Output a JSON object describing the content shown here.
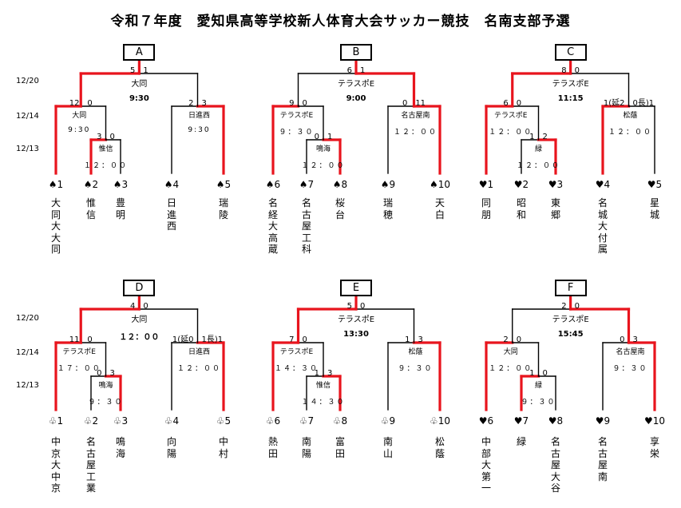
{
  "title": "令和７年度　愛知県高等学校新人体育大会サッカー競技　名南支部予選",
  "dates": {
    "round1": "12/13",
    "round2": "12/14",
    "final": "12/20"
  },
  "colors": {
    "winner_line": "#e8141d",
    "line": "#000000"
  },
  "blocks": [
    {
      "letter": "A",
      "seeds": [
        "♠1",
        "♠2",
        "♠3",
        "♠4",
        "♠5"
      ],
      "teams": [
        "大同大大同",
        "惟信",
        "豊明",
        "日進西",
        "瑞陵"
      ],
      "m1": {
        "score": "3　0",
        "venue": "惟信",
        "time": "１２：００"
      },
      "m2": {
        "score": "12　0",
        "venue": "大同",
        "time": "9:30"
      },
      "m3": {
        "score": "2　3",
        "venue": "日進西",
        "time": "9:30"
      },
      "f": {
        "score": "5　1",
        "venue": "大同",
        "time": "9:30"
      }
    },
    {
      "letter": "B",
      "seeds": [
        "♠6",
        "♠7",
        "♠8",
        "♠9",
        "♠10"
      ],
      "teams": [
        "名経大高蔵",
        "名古屋工科",
        "桜台",
        "瑞穂",
        "天白"
      ],
      "m1": {
        "score": "0　1",
        "venue": "鳴海",
        "time": "１２：００"
      },
      "m2": {
        "score": "9　0",
        "venue": "テラスポE",
        "time": "９：３０"
      },
      "m3": {
        "score": "0　11",
        "venue": "名古屋南",
        "time": "１２：００"
      },
      "f": {
        "score": "6　1",
        "venue": "テラスポE",
        "time": "9:00"
      }
    },
    {
      "letter": "C",
      "seeds": [
        "♥1",
        "♥2",
        "♥3",
        "♥4",
        "♥5"
      ],
      "teams": [
        "同朋",
        "昭和",
        "東郷",
        "名城大付属",
        "星城"
      ],
      "m1": {
        "score": "1　2",
        "venue": "緑",
        "time": "１２：００"
      },
      "m2": {
        "score": "6　0",
        "venue": "テラスポE",
        "time": "１２：００"
      },
      "m3": {
        "score": "1(延2　0長)1",
        "venue": "松蔭",
        "time": "１２：００"
      },
      "f": {
        "score": "8　0",
        "venue": "テラスポE",
        "time": "11:15"
      }
    },
    {
      "letter": "D",
      "seeds": [
        "♧1",
        "♧2",
        "♧3",
        "♧4",
        "♧5"
      ],
      "teams": [
        "中京大中京",
        "名古屋工業",
        "鳴海",
        "向陽",
        "中村"
      ],
      "m1": {
        "score": "0　3",
        "venue": "鳴海",
        "time": "９：３０"
      },
      "m2": {
        "score": "11　0",
        "venue": "テラスポE",
        "time": "１７：００"
      },
      "m3": {
        "score": "1(延0　1長)1",
        "venue": "日進西",
        "time": "１２：００"
      },
      "f": {
        "score": "4　0",
        "venue": "大同",
        "time": "１２：００"
      }
    },
    {
      "letter": "E",
      "seeds": [
        "♧6",
        "♧7",
        "♧8",
        "♧9",
        "♧10"
      ],
      "teams": [
        "熱田",
        "南陽",
        "富田",
        "南山",
        "松蔭"
      ],
      "m1": {
        "score": "1　3",
        "venue": "惟信",
        "time": "１４：３０"
      },
      "m2": {
        "score": "7　0",
        "venue": "テラスポE",
        "time": "１４：３０"
      },
      "m3": {
        "score": "1　3",
        "venue": "松蔭",
        "time": "９：３０"
      },
      "f": {
        "score": "5　0",
        "venue": "テラスポE",
        "time": "13:30"
      }
    },
    {
      "letter": "F",
      "seeds": [
        "♥6",
        "♥7",
        "♥8",
        "♥9",
        "♥10"
      ],
      "teams": [
        "中部大第一",
        "緑",
        "名古屋大谷",
        "名古屋南",
        "享栄"
      ],
      "m1": {
        "score": "1　0",
        "venue": "緑",
        "time": "９：３０"
      },
      "m2": {
        "score": "2　0",
        "venue": "大同",
        "time": "１２：００"
      },
      "m3": {
        "score": "0　3",
        "venue": "名古屋南",
        "time": "９：３０"
      },
      "f": {
        "score": "2　0",
        "venue": "テラスポE",
        "time": "15:45"
      }
    }
  ]
}
